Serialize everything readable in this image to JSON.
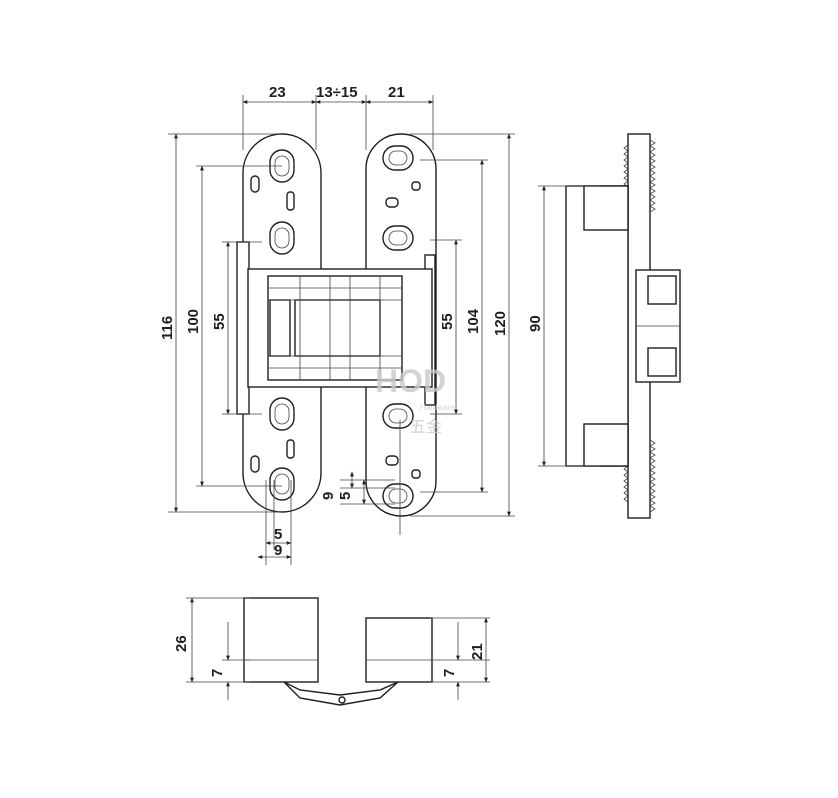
{
  "dimensions": {
    "top_a": "23",
    "top_gap": "13÷15",
    "top_b": "21",
    "h116": "116",
    "h100": "100",
    "h55_left": "55",
    "h55_right": "55",
    "h104": "104",
    "h120": "120",
    "side_90": "90",
    "small_9": "9",
    "small_5": "5",
    "bottom_5": "5",
    "bottom_9": "9",
    "bottom_26": "26",
    "bottom_7_left": "7",
    "bottom_21": "21",
    "bottom_7_right": "7"
  },
  "watermark": {
    "logo": "HOD",
    "line2": "Hardware",
    "line3": "五金"
  }
}
